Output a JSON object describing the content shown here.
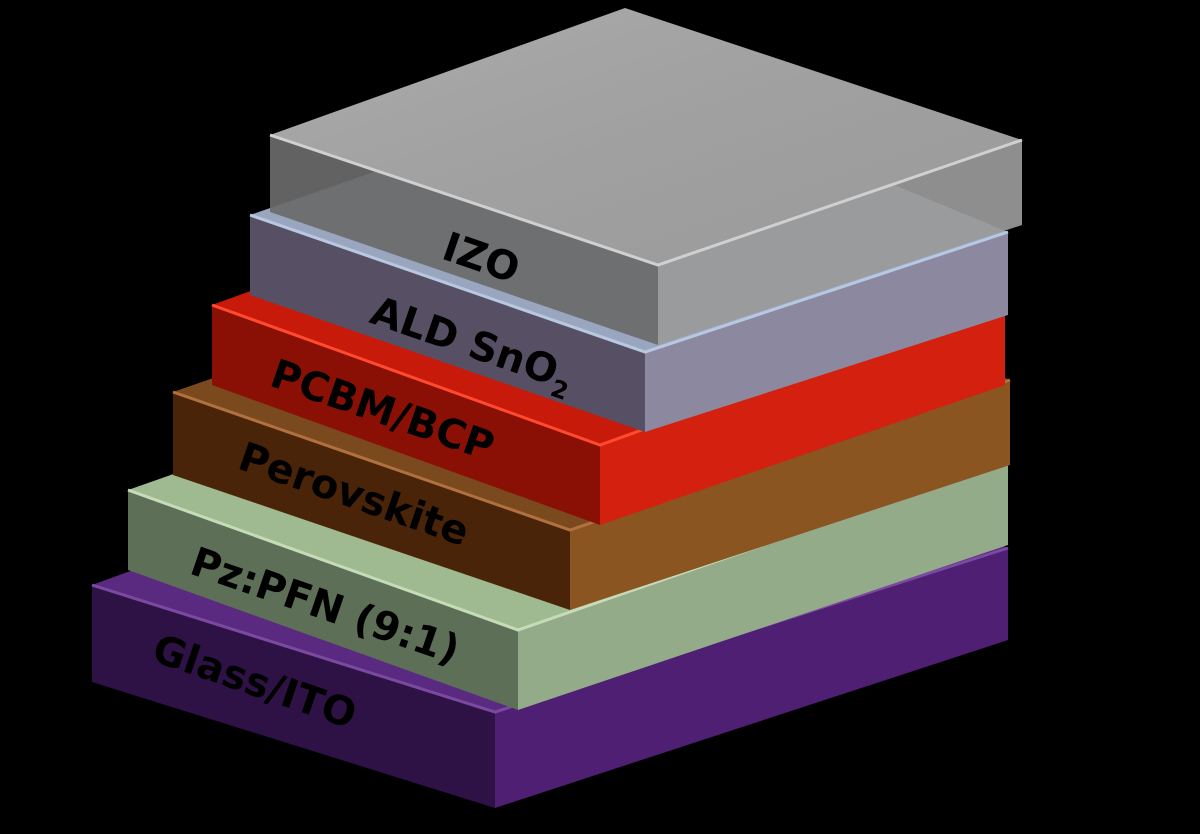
{
  "diagram": {
    "type": "device-layer-stack",
    "background": "#000000",
    "layers": [
      {
        "id": "izo",
        "label": "IZO",
        "label_sub": "",
        "color_top": "#a9a9a9",
        "color_front": "#8e8e8e",
        "color_side": "#9a9a9a"
      },
      {
        "id": "ald-sno2",
        "label": "ALD SnO",
        "label_sub": "2",
        "color_top": "#9aa6c0",
        "color_front": "#8c88a0",
        "color_side": "#7a8ea8"
      },
      {
        "id": "pcbm-bcp",
        "label": "PCBM/BCP",
        "label_sub": "",
        "color_top": "#c81a0a",
        "color_front": "#d4200e",
        "color_side": "#a00000"
      },
      {
        "id": "perovskite",
        "label": "Perovskite",
        "label_sub": "",
        "color_top": "#7a4a1e",
        "color_front": "#8a5520",
        "color_side": "#6b320a"
      },
      {
        "id": "pz-pfn",
        "label": "Pz:PFN (9:1)",
        "label_sub": "",
        "color_top": "#9fba90",
        "color_front": "#94ab8a",
        "color_side": "#85a676"
      },
      {
        "id": "glass-ito",
        "label": "Glass/ITO",
        "label_sub": "",
        "color_top": "#5a2a80",
        "color_front": "#4e1f72",
        "color_side": "#4e1f72"
      }
    ]
  }
}
